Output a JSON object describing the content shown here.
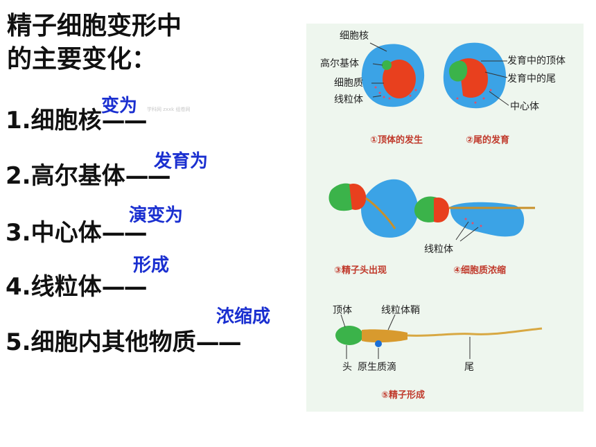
{
  "title": {
    "line1": "精子细胞变形中",
    "line2": "的主要变化："
  },
  "items": [
    {
      "label": "1.细胞核",
      "dash": "——",
      "note": "变为"
    },
    {
      "label": "2.高尔基体",
      "dash": "——",
      "note": "发育为"
    },
    {
      "label": "3.中心体",
      "dash": "——",
      "note": "演变为"
    },
    {
      "label": "4.线粒体",
      "dash": "——",
      "note": "形成"
    },
    {
      "label": "5.细胞内其他物质",
      "dash": "——",
      "note": "浓缩成"
    }
  ],
  "watermark": "学科网 zxxk 组卷网",
  "figure": {
    "labels": {
      "nucleus": "细胞核",
      "golgi": "高尔基体",
      "cytoplasm": "细胞质",
      "mitochondria": "线粒体",
      "developing_acrosome": "发育中的顶体",
      "developing_tail": "发育中的尾",
      "centrosome": "中心体",
      "mitochondria_2": "线粒体",
      "acrosome": "顶体",
      "mito_sheath": "线粒体鞘",
      "head": "头",
      "protoplasm_drop": "原生质滴",
      "tail": "尾"
    },
    "captions": {
      "c1": "①顶体的发生",
      "c2": "②尾的发育",
      "c3": "③精子头出现",
      "c4": "④细胞质浓缩",
      "c5": "⑤精子形成"
    }
  }
}
